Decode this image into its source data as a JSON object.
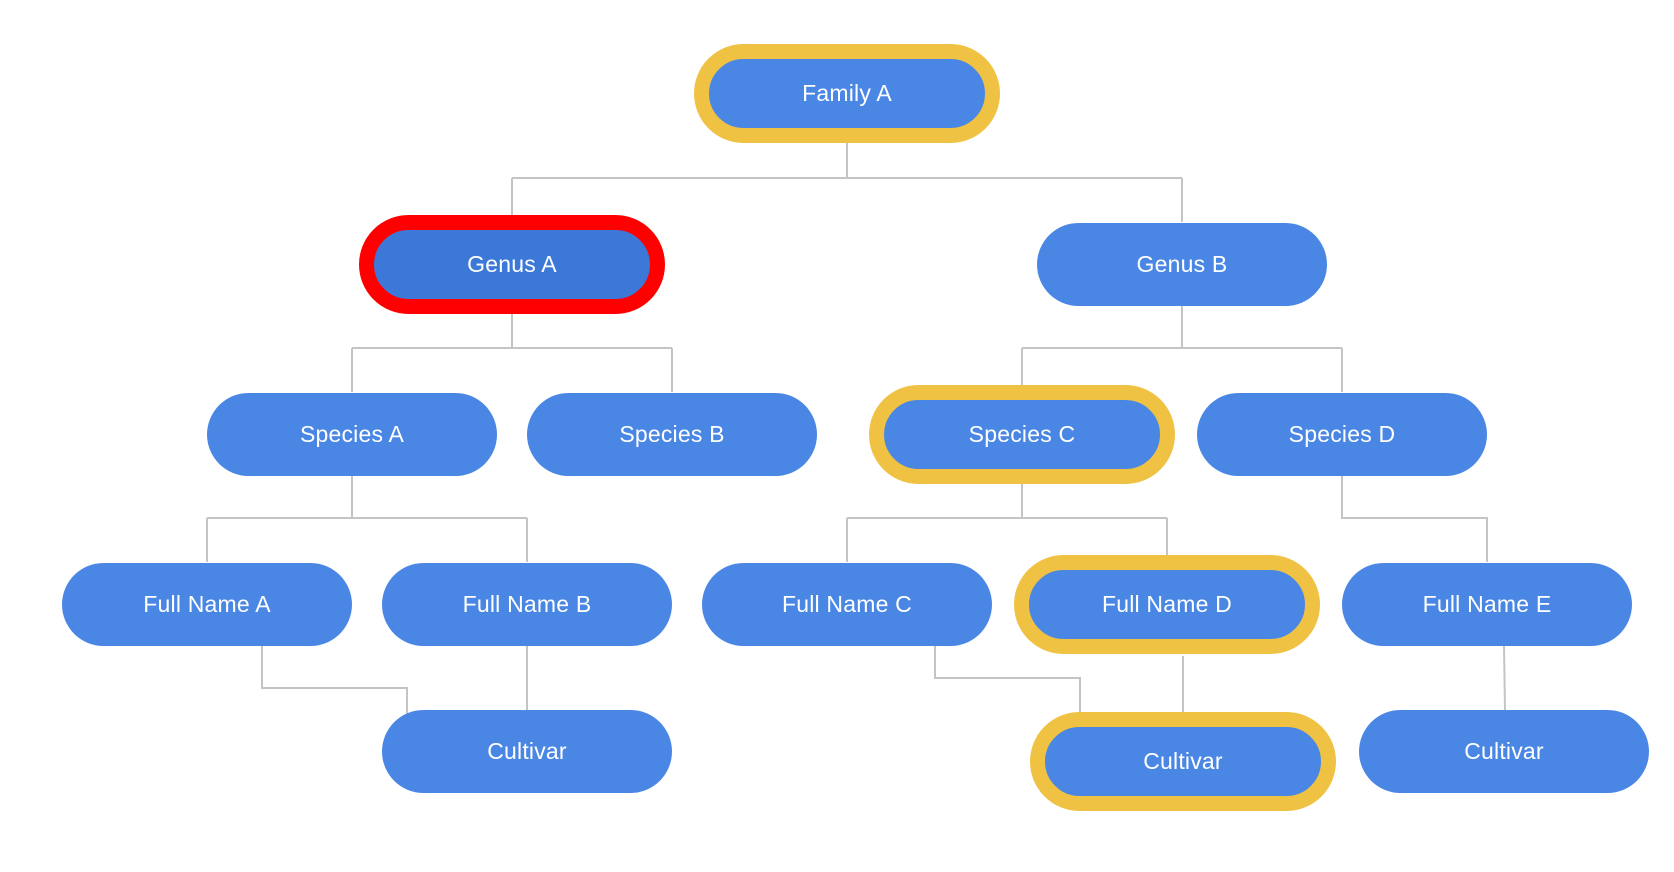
{
  "diagram": {
    "nodes": [
      {
        "id": "family-a",
        "label": "Family A",
        "highlight": "yellow"
      },
      {
        "id": "genus-a",
        "label": "Genus A",
        "highlight": "red"
      },
      {
        "id": "genus-b",
        "label": "Genus B",
        "highlight": "none"
      },
      {
        "id": "species-a",
        "label": "Species A",
        "highlight": "none"
      },
      {
        "id": "species-b",
        "label": "Species B",
        "highlight": "none"
      },
      {
        "id": "species-c",
        "label": "Species C",
        "highlight": "yellow"
      },
      {
        "id": "species-d",
        "label": "Species D",
        "highlight": "none"
      },
      {
        "id": "full-name-a",
        "label": "Full Name A",
        "highlight": "none"
      },
      {
        "id": "full-name-b",
        "label": "Full Name B",
        "highlight": "none"
      },
      {
        "id": "full-name-c",
        "label": "Full Name C",
        "highlight": "none"
      },
      {
        "id": "full-name-d",
        "label": "Full Name D",
        "highlight": "yellow"
      },
      {
        "id": "full-name-e",
        "label": "Full Name E",
        "highlight": "none"
      },
      {
        "id": "cultivar-1",
        "label": "Cultivar",
        "highlight": "none"
      },
      {
        "id": "cultivar-2",
        "label": "Cultivar",
        "highlight": "yellow"
      },
      {
        "id": "cultivar-3",
        "label": "Cultivar",
        "highlight": "none"
      }
    ],
    "edges": [
      [
        "family-a",
        "genus-a"
      ],
      [
        "family-a",
        "genus-b"
      ],
      [
        "genus-a",
        "species-a"
      ],
      [
        "genus-a",
        "species-b"
      ],
      [
        "genus-b",
        "species-c"
      ],
      [
        "genus-b",
        "species-d"
      ],
      [
        "species-a",
        "full-name-a"
      ],
      [
        "species-a",
        "full-name-b"
      ],
      [
        "species-c",
        "full-name-c"
      ],
      [
        "species-c",
        "full-name-d"
      ],
      [
        "species-d",
        "full-name-e"
      ],
      [
        "full-name-a",
        "cultivar-1"
      ],
      [
        "full-name-b",
        "cultivar-1"
      ],
      [
        "full-name-c",
        "cultivar-2"
      ],
      [
        "full-name-d",
        "cultivar-2"
      ],
      [
        "full-name-e",
        "cultivar-3"
      ]
    ],
    "colors": {
      "node_fill": "#4a87e5",
      "node_fill_selected": "#3b78d8",
      "highlight_yellow": "#f0c243",
      "highlight_red": "#ff0000",
      "connector": "#c4c4c4",
      "text": "#ffffff"
    }
  }
}
